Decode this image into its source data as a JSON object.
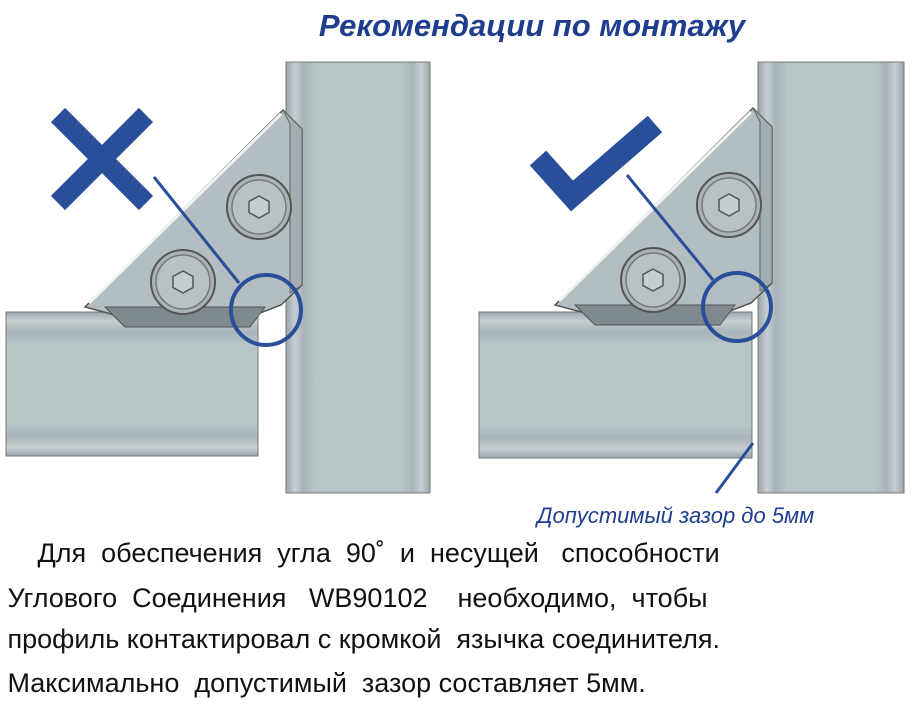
{
  "title": "Рекомендации по монтажу",
  "diagrams": [
    {
      "name": "incorrect",
      "mark_icon": "cross-icon"
    },
    {
      "name": "correct",
      "mark_icon": "check-icon"
    }
  ],
  "gap_caption": "Допустимый зазор до 5мм",
  "body_lines": [
    "     Для  обеспечения  угла  90˚  и  несущей   способности",
    " Углового  Соединения   WB90102    необходимо,  чтобы",
    " профиль контактировал с кромкой  язычка соединителя.",
    " Максимально  допустимый  зазор составляет 5мм."
  ],
  "colors": {
    "accent": "#1f3d8f",
    "metal": "#b5c0c4"
  }
}
